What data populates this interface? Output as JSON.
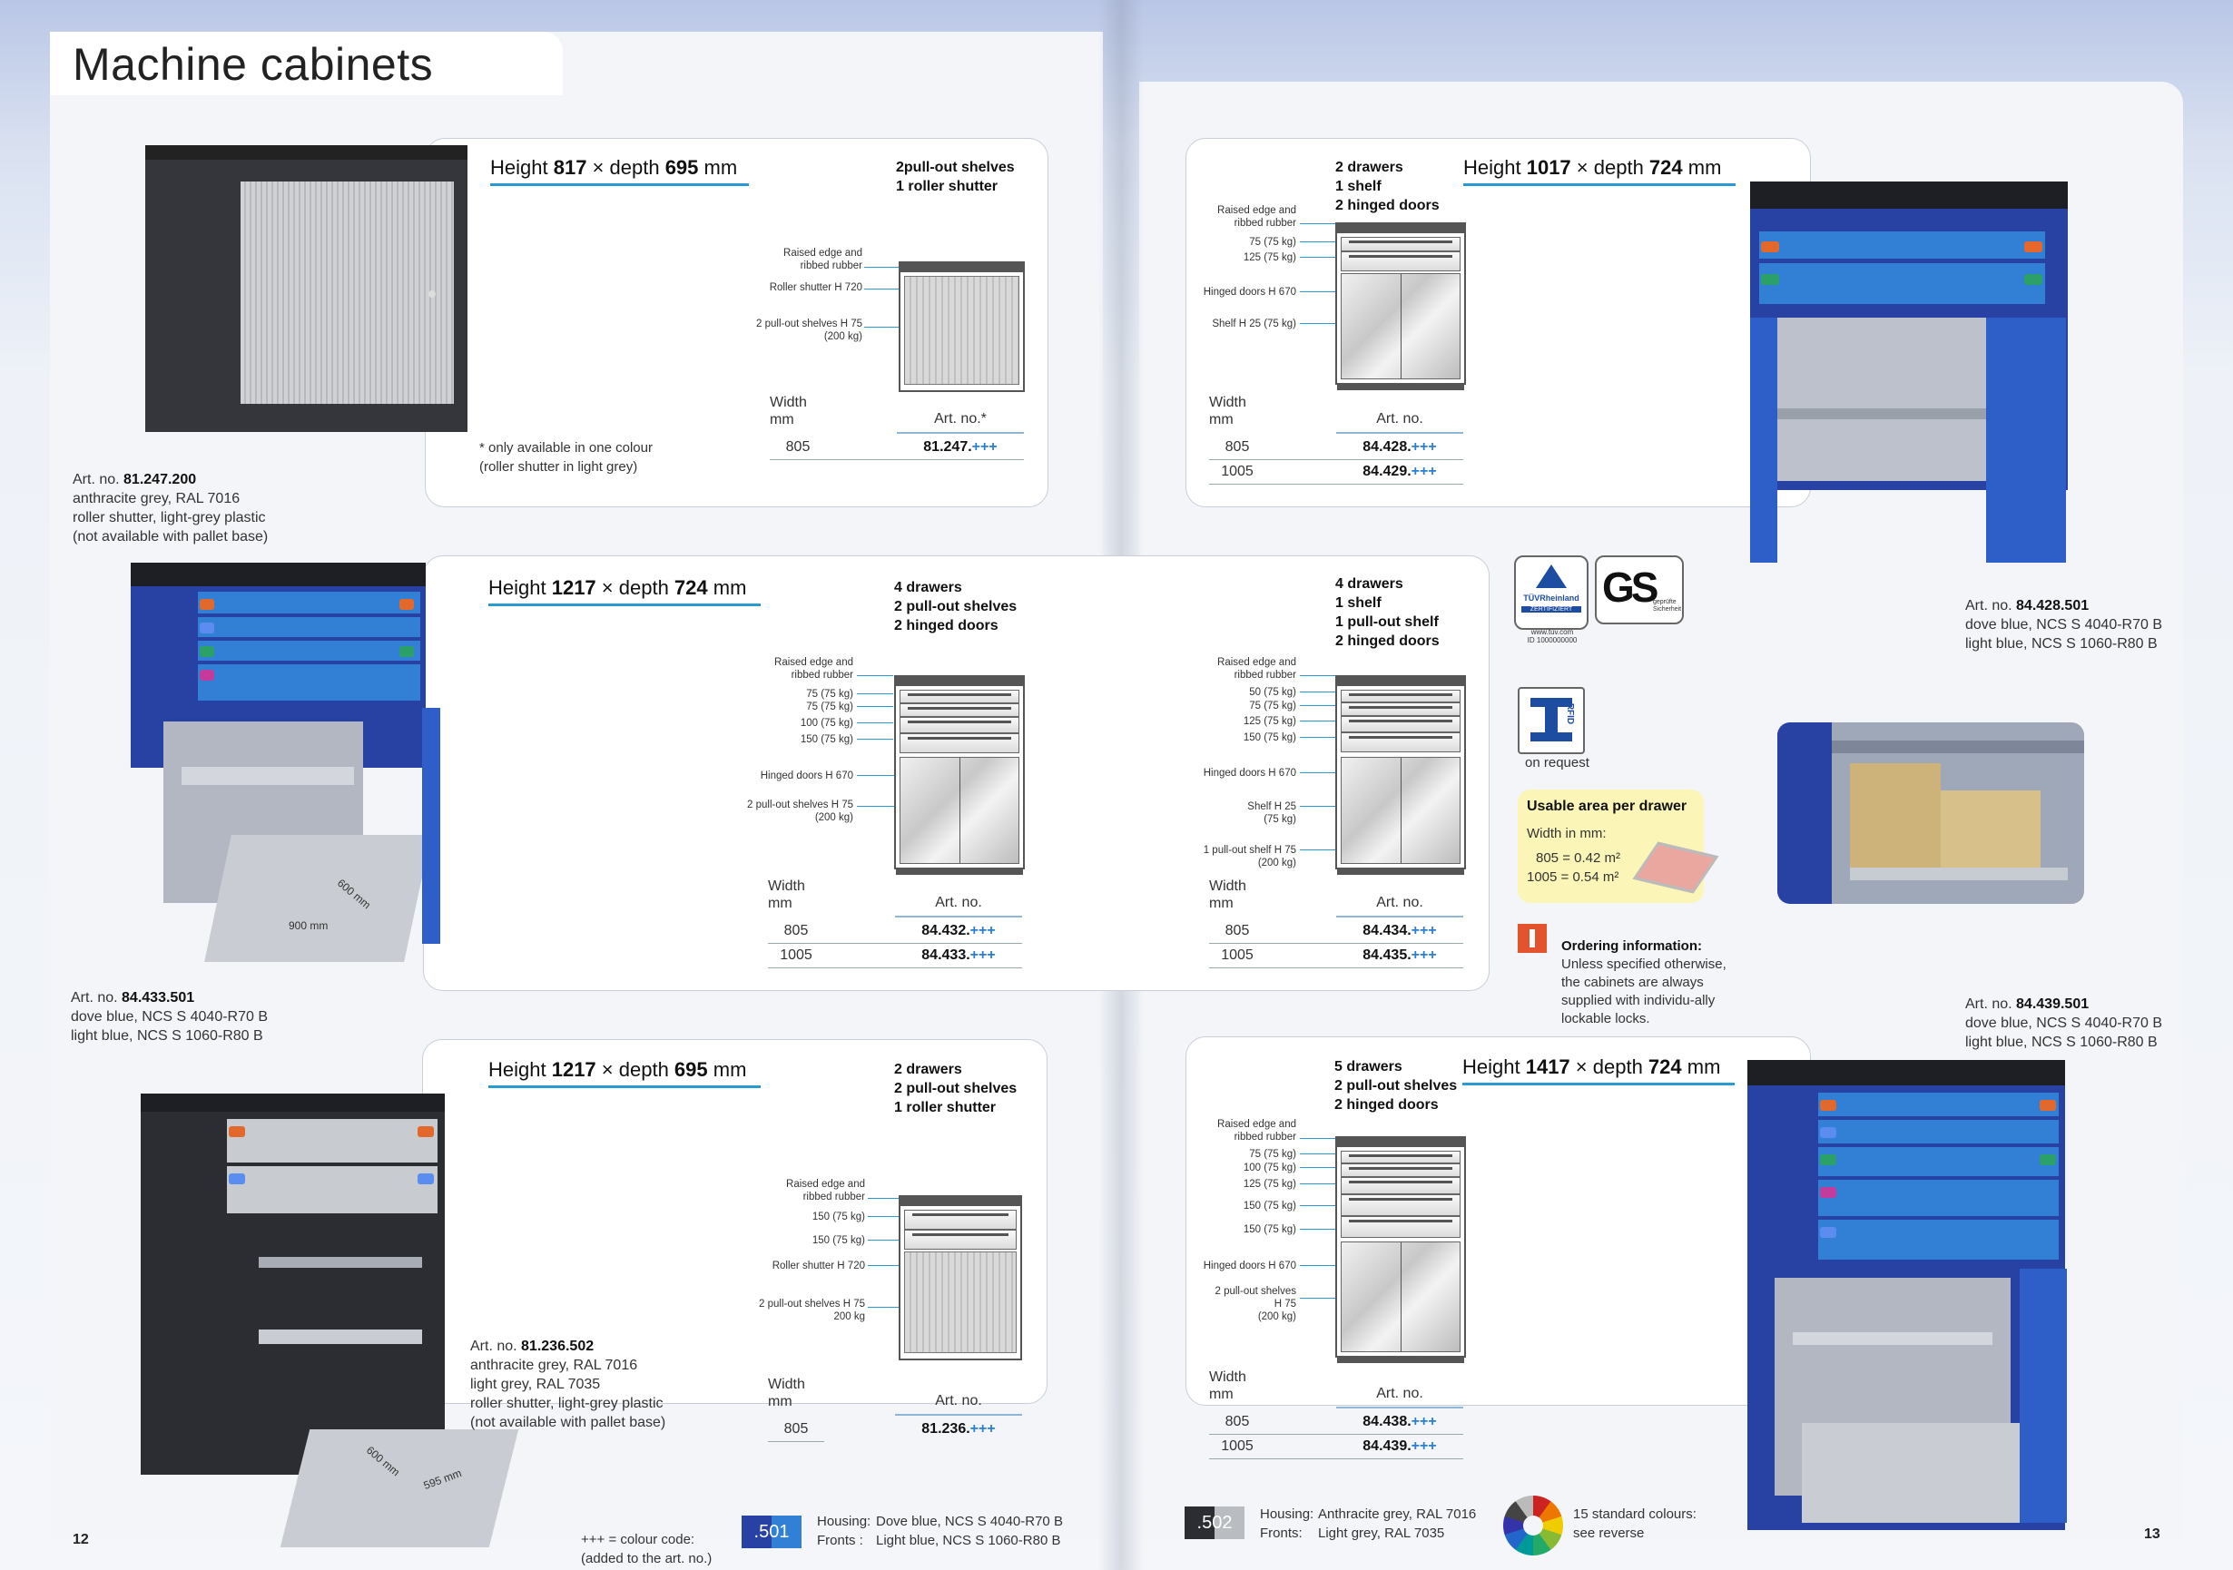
{
  "title": "Machine cabinets",
  "page_left": "12",
  "page_right": "13",
  "boxes": [
    {
      "h1": "Height ",
      "h": "817",
      "times": " × depth ",
      "d": "695",
      "unit": " mm",
      "features": "2pull-out shelves\n1 roller shutter",
      "labels": [
        "Raised edge and\nribbed rubber",
        "Roller shutter H 720",
        "2 pull-out shelves H 75\n(200 kg)"
      ],
      "width_head": "Width\nmm",
      "art_head": "Art. no.*",
      "rows": [
        {
          "w": "805",
          "a": "81.247."
        }
      ],
      "note": "* only available in one colour\n(roller shutter in light grey)"
    },
    {
      "h1": "Height ",
      "h": "1017",
      "times": " × depth ",
      "d": "724",
      "unit": " mm",
      "features": "2 drawers\n1 shelf\n2 hinged doors",
      "labels": [
        "Raised edge and\nribbed rubber",
        "75 (75 kg)",
        "125 (75 kg)",
        "Hinged doors H 670",
        "Shelf H 25 (75 kg)"
      ],
      "width_head": "Width\nmm",
      "art_head": "Art. no.",
      "rows": [
        {
          "w": "805",
          "a": "84.428."
        },
        {
          "w": "1005",
          "a": "84.429."
        }
      ]
    },
    {
      "h1": "Height ",
      "h": "1217",
      "times": " × depth ",
      "d": "724",
      "unit": " mm",
      "features": "4 drawers\n2 pull-out shelves\n2 hinged doors",
      "labels": [
        "Raised edge and\nribbed rubber",
        "75 (75 kg)",
        "75 (75 kg)",
        "100 (75 kg)",
        "150 (75 kg)",
        "Hinged doors H 670",
        "2 pull-out shelves H 75\n(200 kg)"
      ],
      "width_head": "Width\nmm",
      "art_head": "Art. no.",
      "rows": [
        {
          "w": "805",
          "a": "84.432."
        },
        {
          "w": "1005",
          "a": "84.433."
        }
      ]
    },
    {
      "features": "4 drawers\n1 shelf\n1 pull-out shelf\n2 hinged doors",
      "labels": [
        "Raised edge and\nribbed rubber",
        "50 (75 kg)",
        "75 (75 kg)",
        "125 (75 kg)",
        "150 (75 kg)",
        "Hinged doors H 670",
        "Shelf H 25\n(75 kg)",
        "1 pull-out shelf H 75\n(200 kg)"
      ],
      "width_head": "Width\nmm",
      "art_head": "Art. no.",
      "rows": [
        {
          "w": "805",
          "a": "84.434."
        },
        {
          "w": "1005",
          "a": "84.435."
        }
      ]
    },
    {
      "h1": "Height ",
      "h": "1217",
      "times": " × depth ",
      "d": "695",
      "unit": " mm",
      "features": "2 drawers\n2 pull-out shelves\n1 roller shutter",
      "labels": [
        "Raised edge and\nribbed rubber",
        "150 (75 kg)",
        "150 (75 kg)",
        "Roller shutter H 720",
        "2 pull-out shelves H 75\n200 kg"
      ],
      "width_head": "Width\nmm",
      "art_head": "Art. no.",
      "rows": [
        {
          "w": "805",
          "a": "81.236."
        }
      ]
    },
    {
      "h1": "Height ",
      "h": "1417",
      "times": " × depth ",
      "d": "724",
      "unit": " mm",
      "features": "5 drawers\n2 pull-out shelves\n2 hinged doors",
      "labels": [
        "Raised edge and\nribbed rubber",
        "75 (75 kg)",
        "100 (75 kg)",
        "125 (75 kg)",
        "150 (75 kg)",
        "150 (75 kg)",
        "Hinged doors H 670",
        "2 pull-out shelves\nH 75\n(200 kg)"
      ],
      "width_head": "Width\nmm",
      "art_head": "Art. no.",
      "rows": [
        {
          "w": "805",
          "a": "84.438."
        },
        {
          "w": "1005",
          "a": "84.439."
        }
      ]
    }
  ],
  "plus_code": "+++",
  "captions": {
    "c1": {
      "prefix": "Art. no. ",
      "num": "81.247.200",
      "rest": "anthracite grey, RAL 7016\nroller shutter, light-grey plastic\n(not available with pallet base)"
    },
    "c2": {
      "prefix": "Art. no. ",
      "num": "84.433.501",
      "rest": "dove blue, NCS S 4040-R70 B\nlight blue, NCS S 1060-R80 B"
    },
    "c3": {
      "prefix": "Art. no. ",
      "num": "81.236.502",
      "rest": "anthracite grey, RAL 7016\nlight grey, RAL 7035\nroller shutter, light-grey plastic\n(not available with pallet base)"
    },
    "c4": {
      "prefix": "Art. no. ",
      "num": "84.428.501",
      "rest": "dove blue, NCS S 4040-R70 B\nlight blue, NCS S 1060-R80 B"
    },
    "c5": {
      "prefix": "Art. no. ",
      "num": "84.439.501",
      "rest": "dove blue, NCS S 4040-R70 B\nlight blue, NCS S 1060-R80 B"
    }
  },
  "dims": {
    "d1a": "600 mm",
    "d1b": "900 mm",
    "d2a": "600 mm",
    "d2b": "595 mm"
  },
  "badges": {
    "tuv": "TÜVRheinland",
    "tuv_sub": "ZERTIFIZIERT",
    "tuv_url": "www.tuv.com\nID 1000000000",
    "gs": "GS",
    "gs_sub": "geprüfte\nSicherheit",
    "rfid": "RFID",
    "on_request": "on request"
  },
  "usable": {
    "title": "Usable area per drawer",
    "width_in": "Width in mm:",
    "r1": "805 = 0.42 m²",
    "r2": "1005 = 0.54 m²"
  },
  "ordering": {
    "bold": "Ordering information:",
    "text": " Unless specified otherwise, the cabinets are always supplied with individu-ally lockable locks."
  },
  "legend": {
    "colour_code": "+++ = colour code:\n(added to the art. no.)",
    "s1": ".501",
    "s1_housing_l": "Housing:",
    "s1_housing": "Dove blue, NCS S 4040-R70 B",
    "s1_fronts_l": "Fronts :",
    "s1_fronts": "Light blue, NCS S 1060-R80 B",
    "s2": ".502",
    "s2_housing_l": "Housing:",
    "s2_housing": "Anthracite grey, RAL 7016",
    "s2_fronts_l": "Fronts:",
    "s2_fronts": "Light grey, RAL 7035",
    "std": "15 standard colours:\nsee reverse"
  },
  "colors": {
    "accent": "#2a9ad6",
    "dove_blue": "#2a45a8",
    "light_blue": "#2f7fd8",
    "anthracite": "#2b2d33"
  }
}
